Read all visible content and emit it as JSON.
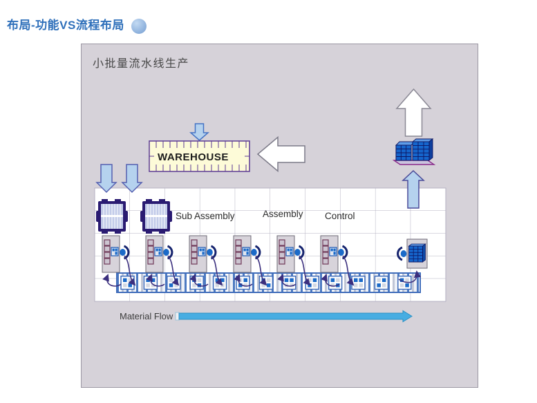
{
  "page": {
    "title": "布局-功能VS流程布局"
  },
  "panel": {
    "title": "小批量流水线生产"
  },
  "diagram": {
    "warehouse_label": "WAREHOUSE",
    "zone_labels": [
      "Sub Assembly",
      "Assembly",
      "Control"
    ],
    "material_flow_label": "Material Flow",
    "workstation_count": 6,
    "pallet_machine_count": 2,
    "belt_box_count": 13,
    "final_station_count": 1
  },
  "colors": {
    "accent_blue": "#2e6fba",
    "dot_blue": "#8fb2dd",
    "panel_bg": "#d6d2d9",
    "grid_line": "#b4b0c2",
    "arrow_fill_light_blue": "#b5d2ee",
    "arrow_outline_blue": "#4a57a8",
    "white_arrow_outline": "#82808e",
    "warehouse_fill": "#fdfbd8",
    "warehouse_border": "#5c3a94",
    "machine_indigo": "#2a1b72",
    "machine_panel_blue": "#c2cbe9",
    "station_fill": "#d7d3da",
    "station_border": "#6e6a76",
    "rack_border": "#703a58",
    "item_blue": "#1b6ac8",
    "item_gray": "#d4d8e2",
    "belt_border": "#3f6cba",
    "stack_blue": "#1565cc",
    "stack_dark": "#0d1560",
    "stack_base_border": "#8a2a8a",
    "flow_arrow_cyan": "#47ade2",
    "flow_arrow_border": "#2b90c4",
    "curve_arrow": "#3b2f7e"
  }
}
